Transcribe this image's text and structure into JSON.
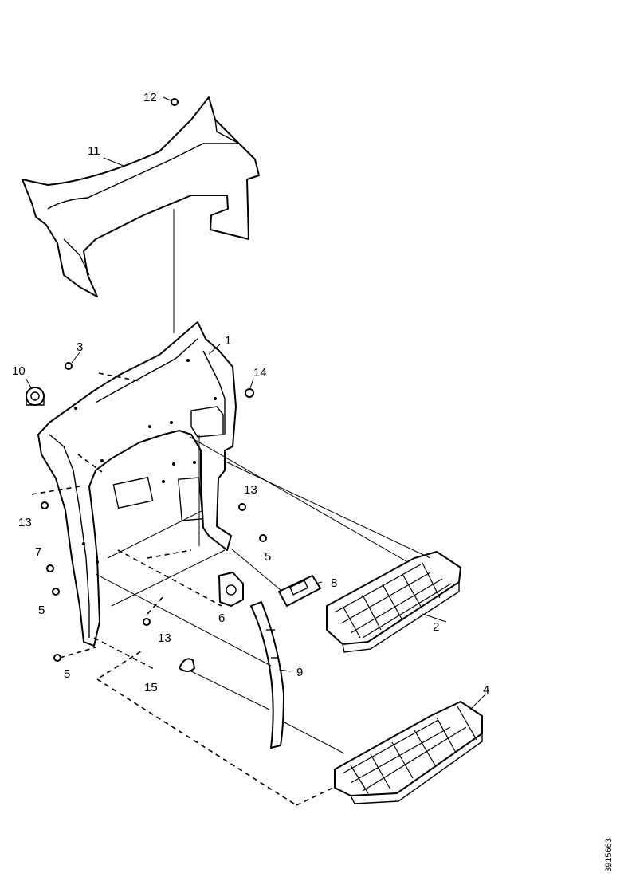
{
  "diagram": {
    "callouts": {
      "c1": "1",
      "c2": "2",
      "c3": "3",
      "c4": "4",
      "c5a": "5",
      "c5b": "5",
      "c5c": "5",
      "c6": "6",
      "c7": "7",
      "c8": "8",
      "c9": "9",
      "c10": "10",
      "c11": "11",
      "c12": "12",
      "c13a": "13",
      "c13b": "13",
      "c13c": "13",
      "c14": "14",
      "c15": "15"
    },
    "drawing_ref": "3915663"
  }
}
